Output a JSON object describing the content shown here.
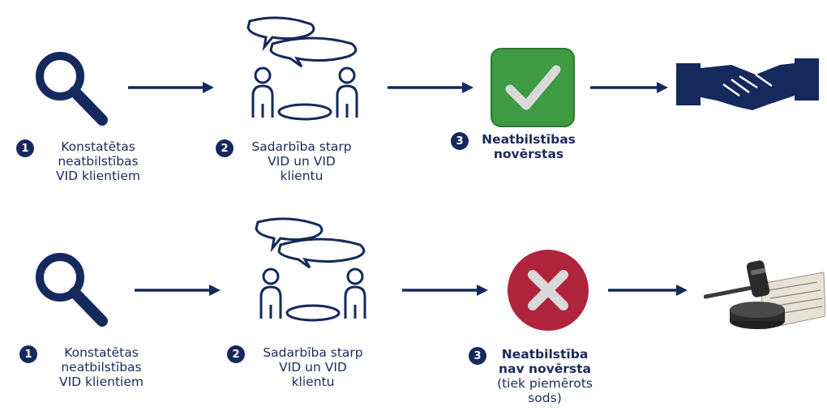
{
  "row1": {
    "step1": {
      "num": "1",
      "lines": [
        "Konstatētas",
        "neatbilstības",
        "VID klientiem"
      ]
    },
    "step2": {
      "num": "2",
      "lines": [
        "Sadarbība starp",
        "VID un VID",
        "klientu"
      ]
    },
    "step3": {
      "num": "3",
      "lines": [
        "Neatbilstības",
        "novērstas"
      ]
    }
  },
  "row2": {
    "step1": {
      "num": "1",
      "lines": [
        "Konstatētas",
        "neatbilstības",
        "VID klientiem"
      ]
    },
    "step2": {
      "num": "2",
      "lines": [
        "Sadarbība starp",
        "VID un VID",
        "klientu"
      ]
    },
    "step3": {
      "num": "3",
      "lines": [
        "Neatbilstība",
        "nav novērsta",
        "(tiek piemērots",
        "sods)"
      ]
    }
  },
  "colors": {
    "navy": "#15295c",
    "success": "#3f9a44",
    "error": "#b0243e"
  },
  "icons": [
    "magnifier-icon",
    "conversation-icon",
    "checkmark-icon",
    "handshake-icon",
    "cross-icon",
    "gavel-icon"
  ]
}
